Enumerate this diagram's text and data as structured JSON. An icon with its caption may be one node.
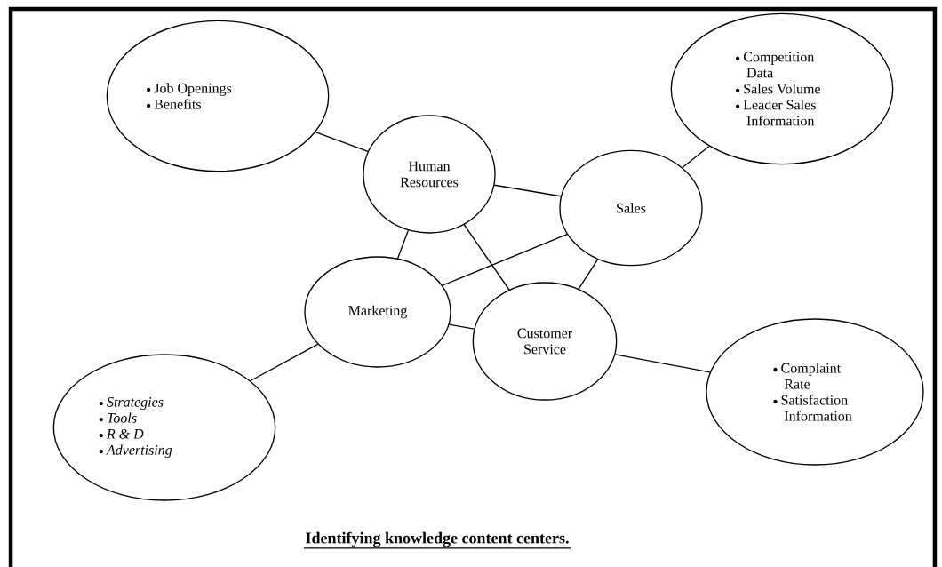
{
  "diagram": {
    "caption": "Identifying knowledge content centers.",
    "nodes": [
      {
        "text": [
          "Job Openings",
          "Benefits"
        ]
      },
      {
        "text": [
          "Competition Data",
          "Sales Volume",
          "Leader Sales Information"
        ]
      },
      {
        "text": [
          "Human Resources"
        ]
      },
      {
        "text": [
          "Sales"
        ]
      },
      {
        "text": [
          "Marketing"
        ]
      },
      {
        "text": [
          "Customer Service"
        ]
      },
      {
        "text": [
          "Strategies",
          "Tools",
          "R & D",
          "Advertising"
        ]
      },
      {
        "text": [
          "Complaint Rate",
          "Satisfaction Information"
        ]
      }
    ],
    "edges": [
      {
        "from": 0,
        "to": 2,
        "arrow": "none"
      },
      {
        "from": 3,
        "to": 1,
        "arrow": "none"
      },
      {
        "from": 2,
        "to": 3,
        "arrow": "none"
      },
      {
        "from": 2,
        "to": 4,
        "arrow": "none"
      },
      {
        "from": 2,
        "to": 5,
        "arrow": "none"
      },
      {
        "from": 4,
        "to": 3,
        "arrow": "none"
      },
      {
        "from": 3,
        "to": 5,
        "arrow": "none"
      },
      {
        "from": 4,
        "to": 5,
        "arrow": "none"
      },
      {
        "from": 6,
        "to": 4,
        "arrow": "none"
      },
      {
        "from": 5,
        "to": 7,
        "arrow": "none"
      }
    ]
  }
}
